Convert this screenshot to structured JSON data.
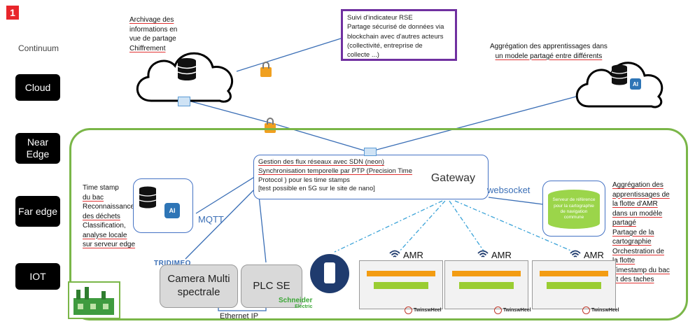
{
  "badge": "1",
  "continuum_label": "Continuum",
  "layers": [
    "Cloud",
    "Near Edge",
    "Far edge",
    "IOT"
  ],
  "cloud_note": [
    "Archivage des",
    "informations en",
    "vue de partage",
    "Chiffrement"
  ],
  "rse_box": [
    "Suivi d'indicateur RSE",
    "Partage sécurisé de données via",
    "blockchain avec d'autres acteurs",
    "(collectivité, entreprise de",
    "collecte ...)"
  ],
  "aggregation_note": [
    "Aggrégation des apprentissages dans",
    "un modele partagé entre différents"
  ],
  "gateway": {
    "title": "Gateway",
    "lines": [
      "Gestion des flux réseaux avec SDN (neon)",
      "Synchronisation  temporelle par PTP (Precision Time",
      "Protocol ) pour les time stamps",
      " [test possible en 5G sur le site de nano]"
    ]
  },
  "far_edge_note": [
    "Time stamp",
    "du  bac",
    "Reconnaissance",
    "des déchets",
    "Classification,",
    "analyse locale",
    "sur serveur edge"
  ],
  "reference_server": "Serveur de référence pour la cartographie de navigation commune",
  "right_note": [
    "Aggrégation des",
    "apprentissages de",
    "la flotte d'AMR",
    "dans un modèle",
    "partagé",
    "Partage de la",
    "cartographie",
    "Orchestration de",
    "la flotte",
    "Timestamp du bac",
    "et des taches"
  ],
  "protocols": {
    "mqtt": "MQTT",
    "websocket": "websocket",
    "ethernet": "Ethernet IP"
  },
  "devices": {
    "camera": "Camera Multi spectrale",
    "plc": "PLC SE"
  },
  "brands": {
    "tridimeo": "TRIDIMEO",
    "schneider": "Schneider",
    "schneider_sub": "Electric",
    "twinswheel": "TwinswHeel"
  },
  "amr_label": "AMR",
  "colors": {
    "purple": "#7030a0",
    "green": "#7ab648",
    "blue": "#4472c4",
    "red": "#e8262b"
  },
  "icons": [
    "cloud-icon",
    "database-icon",
    "lock-icon",
    "wifi-icon",
    "phone-icon",
    "factory-icon",
    "ai-brain-icon"
  ]
}
